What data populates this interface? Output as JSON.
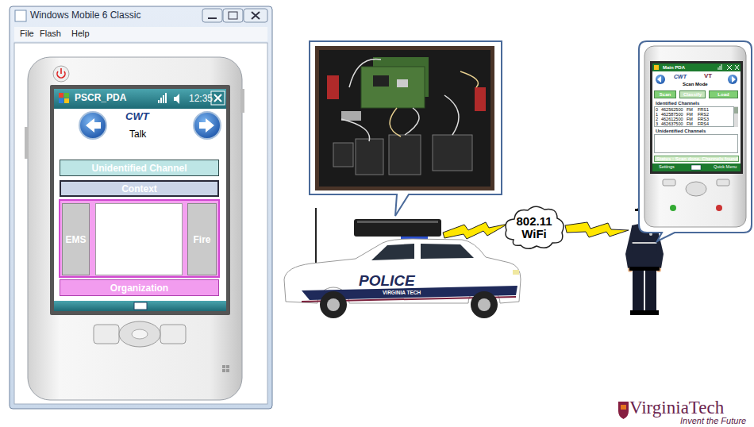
{
  "diagram": {
    "nodes": [
      {
        "text": [
          "Windows Mobile 6 Classic"
        ]
      },
      {
        "text": [
          "PSCR_PDA"
        ],
        "in": 0
      },
      {
        "text": [
          "Unidentified Channel"
        ],
        "in": 1
      },
      {
        "text": [
          "Context"
        ],
        "in": 1
      },
      {
        "text": [
          "EMS"
        ],
        "in": 1
      },
      {
        "text": [
          "Police"
        ],
        "in": 1
      },
      {
        "text": [
          "Fire"
        ],
        "in": 1
      },
      {
        "text": [
          "Organization"
        ],
        "in": 1
      },
      {
        "text": [
          "802.11 WiFi"
        ]
      },
      {
        "text": [
          "Main PDA"
        ]
      },
      {
        "text": [
          "Scan"
        ],
        "in": 9
      },
      {
        "text": [
          "Classify"
        ],
        "in": 9
      },
      {
        "text": [
          "Load"
        ],
        "in": 9
      },
      {
        "text": [
          "Identified Channels"
        ],
        "in": 9
      },
      {
        "text": [
          "Unidentified Channels"
        ],
        "in": 9
      },
      {
        "text": [
          "Status : Scan done. Channels found"
        ],
        "in": 9
      }
    ],
    "labels": [
      "File",
      "Flash",
      "Help",
      "12:35",
      "CWT",
      "Talk",
      "POLICE",
      "VIRGINIA TECH",
      "CWT",
      "Scan Mode",
      "VT",
      "0",
      "462562500",
      "FM",
      "FRS1",
      "1",
      "462587500",
      "FM",
      "FRS2",
      "2",
      "462612500",
      "FM",
      "FRS3",
      "3",
      "462637500",
      "FM",
      "FRS4",
      "Settings",
      "Quick Menu",
      "VirginiaTech",
      "Invent the Future"
    ]
  }
}
